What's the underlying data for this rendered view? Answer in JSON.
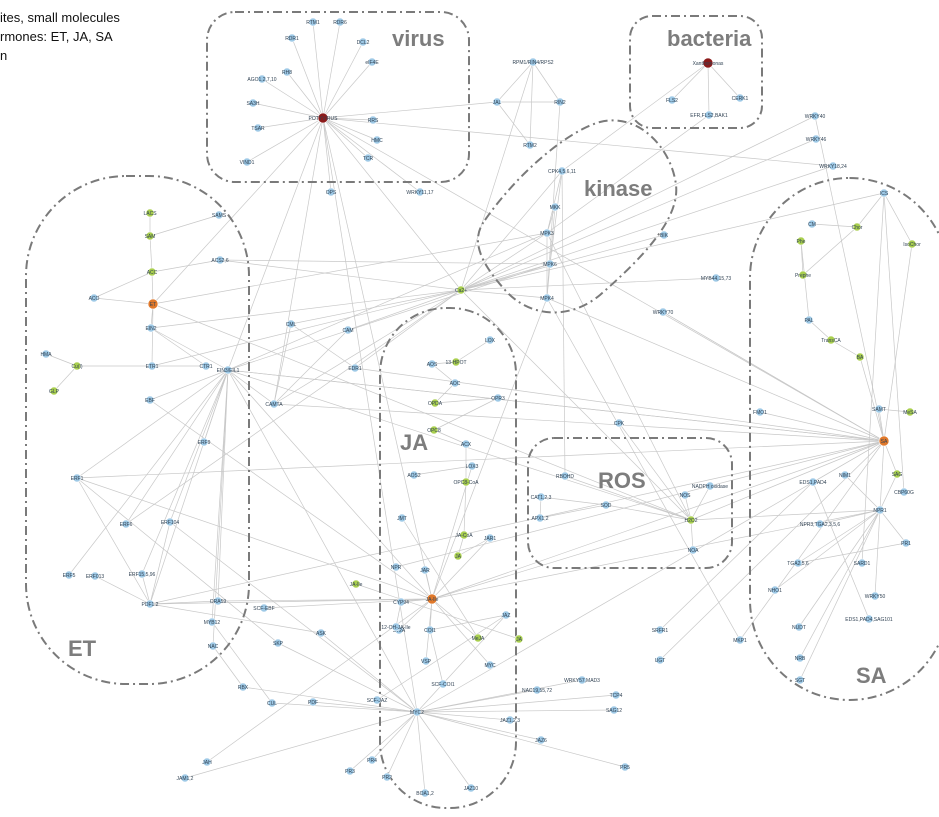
{
  "legend": {
    "line1": "ites, small molecules",
    "line2": "rmones: ET, JA, SA",
    "line3": "n"
  },
  "colors": {
    "node_default": "#9ec9e6",
    "node_hormone": "#a9cf4e",
    "node_hub_orange": "#e0782a",
    "node_hub_red": "#8b1a1a",
    "group_label": "#7d7d7d",
    "edge": "#c8c8c8"
  },
  "groups": [
    {
      "id": "virus",
      "label": "virus"
    },
    {
      "id": "bacteria",
      "label": "bacteria"
    },
    {
      "id": "kinase",
      "label": "kinase"
    },
    {
      "id": "et",
      "label": "ET"
    },
    {
      "id": "ja",
      "label": "JA"
    },
    {
      "id": "ros",
      "label": "ROS"
    },
    {
      "id": "sa",
      "label": "SA"
    }
  ],
  "nodes": [
    {
      "id": "pathogen_hub",
      "label": "POTYVIRUS",
      "kind": "red"
    },
    {
      "id": "rtm1",
      "label": "RTM1",
      "kind": "default"
    },
    {
      "id": "rdr6",
      "label": "RDR6",
      "kind": "default"
    },
    {
      "id": "rdr1",
      "label": "RDR1",
      "kind": "default"
    },
    {
      "id": "dcl2",
      "label": "DCL2",
      "kind": "default"
    },
    {
      "id": "rh8",
      "label": "RH8",
      "kind": "default"
    },
    {
      "id": "eif4e",
      "label": "eIF4E",
      "kind": "default"
    },
    {
      "id": "ago1",
      "label": "AGO1,2,7,10",
      "kind": "default"
    },
    {
      "id": "sa3h",
      "label": "SA3H",
      "kind": "default"
    },
    {
      "id": "tsa",
      "label": "TSAR",
      "kind": "default"
    },
    {
      "id": "hmc",
      "label": "HMC",
      "kind": "default"
    },
    {
      "id": "tcr",
      "label": "TCR",
      "kind": "default"
    },
    {
      "id": "rrs",
      "label": "RRS",
      "kind": "default"
    },
    {
      "id": "vind1",
      "label": "VIND1",
      "kind": "default"
    },
    {
      "id": "ops",
      "label": "OPS",
      "kind": "default"
    },
    {
      "id": "wrky1117",
      "label": "WRKY11,17",
      "kind": "default"
    },
    {
      "id": "rpm1",
      "label": "RPM1/RIN4/RPS2",
      "kind": "default"
    },
    {
      "id": "jal",
      "label": "JAL",
      "kind": "default"
    },
    {
      "id": "rin2",
      "label": "RIN2",
      "kind": "default"
    },
    {
      "id": "rtm2",
      "label": "RTM2",
      "kind": "default"
    },
    {
      "id": "bact_hub",
      "label": "Xanthomonas",
      "kind": "red"
    },
    {
      "id": "fls2",
      "label": "FLS2",
      "kind": "default"
    },
    {
      "id": "cerk",
      "label": "CERK1",
      "kind": "default"
    },
    {
      "id": "bak1",
      "label": "EFR,FLS2,BAK1",
      "kind": "default"
    },
    {
      "id": "wrky40",
      "label": "WRKY40",
      "kind": "default"
    },
    {
      "id": "wrky46",
      "label": "WRKY46",
      "kind": "default"
    },
    {
      "id": "wrky1824",
      "label": "WRKY18,24",
      "kind": "default"
    },
    {
      "id": "cpk",
      "label": "CPK4,5,6,11",
      "kind": "default"
    },
    {
      "id": "mpk3",
      "label": "MPK3",
      "kind": "default"
    },
    {
      "id": "mpk6",
      "label": "MPK6",
      "kind": "default"
    },
    {
      "id": "mpk4",
      "label": "MPK4",
      "kind": "default"
    },
    {
      "id": "mkk",
      "label": "MKK",
      "kind": "default"
    },
    {
      "id": "bik",
      "label": "BIK",
      "kind": "default"
    },
    {
      "id": "myb",
      "label": "MYB44,15,73",
      "kind": "default"
    },
    {
      "id": "wrky70",
      "label": "WRKY70",
      "kind": "default"
    },
    {
      "id": "camt",
      "label": "CAMTA",
      "kind": "default"
    },
    {
      "id": "cml",
      "label": "CML",
      "kind": "default"
    },
    {
      "id": "cam",
      "label": "CAM",
      "kind": "default"
    },
    {
      "id": "edr1",
      "label": "EDR1",
      "kind": "default"
    },
    {
      "id": "ca",
      "label": "Ca2+",
      "kind": "hormone"
    },
    {
      "id": "lac",
      "label": "LACS",
      "kind": "hormone"
    },
    {
      "id": "sam",
      "label": "SAM",
      "kind": "hormone"
    },
    {
      "id": "acc",
      "label": "ACC",
      "kind": "hormone"
    },
    {
      "id": "acs",
      "label": "ACS2,6",
      "kind": "default"
    },
    {
      "id": "samd",
      "label": "SAMS",
      "kind": "default"
    },
    {
      "id": "et_hub",
      "label": "ET",
      "kind": "orange"
    },
    {
      "id": "aco",
      "label": "ACO",
      "kind": "default"
    },
    {
      "id": "etr",
      "label": "ETR1",
      "kind": "default"
    },
    {
      "id": "ctr",
      "label": "CTR1",
      "kind": "default"
    },
    {
      "id": "ein2",
      "label": "EIN2",
      "kind": "default"
    },
    {
      "id": "ein3",
      "label": "EIN3/EIL1",
      "kind": "default"
    },
    {
      "id": "ebf",
      "label": "EBF",
      "kind": "default"
    },
    {
      "id": "hm",
      "label": "HMA",
      "kind": "default"
    },
    {
      "id": "cu",
      "label": "Cu(I)",
      "kind": "hormone"
    },
    {
      "id": "glp",
      "label": "GLP",
      "kind": "hormone"
    },
    {
      "id": "erf1",
      "label": "ERF1",
      "kind": "default"
    },
    {
      "id": "erf6",
      "label": "ERF6",
      "kind": "default"
    },
    {
      "id": "erf104",
      "label": "ERF104",
      "kind": "default"
    },
    {
      "id": "erf15",
      "label": "ERF15,5,96",
      "kind": "default"
    },
    {
      "id": "pdf12",
      "label": "PDF1.2",
      "kind": "default"
    },
    {
      "id": "erf5",
      "label": "ERF5",
      "kind": "default"
    },
    {
      "id": "nac",
      "label": "NAC",
      "kind": "default"
    },
    {
      "id": "myb12",
      "label": "MYB12",
      "kind": "default"
    },
    {
      "id": "erf013",
      "label": "ERF013",
      "kind": "default"
    },
    {
      "id": "ora59",
      "label": "ORA59",
      "kind": "default"
    },
    {
      "id": "lox",
      "label": "LOX",
      "kind": "default"
    },
    {
      "id": "ahl",
      "label": "13-HPOT",
      "kind": "hormone"
    },
    {
      "id": "aos",
      "label": "AOS",
      "kind": "default"
    },
    {
      "id": "aoc",
      "label": "AOC",
      "kind": "default"
    },
    {
      "id": "opda",
      "label": "OPDA",
      "kind": "hormone"
    },
    {
      "id": "opr3",
      "label": "OPR3",
      "kind": "default"
    },
    {
      "id": "opc",
      "label": "OPC8",
      "kind": "hormone"
    },
    {
      "id": "acx",
      "label": "ACX",
      "kind": "default"
    },
    {
      "id": "opccoa",
      "label": "OPC8-CoA",
      "kind": "hormone"
    },
    {
      "id": "ja_coa",
      "label": "JA-CoA",
      "kind": "hormone"
    },
    {
      "id": "ja_node",
      "label": "JA",
      "kind": "hormone"
    },
    {
      "id": "jar1",
      "label": "JAR1",
      "kind": "default"
    },
    {
      "id": "ja_hub",
      "label": "JA-Ile",
      "kind": "orange"
    },
    {
      "id": "coi1",
      "label": "COI1",
      "kind": "default"
    },
    {
      "id": "jaz",
      "label": "JAZ",
      "kind": "default"
    },
    {
      "id": "myc2",
      "label": "MYC2",
      "kind": "default"
    },
    {
      "id": "jaz1",
      "label": "JAZ1,2,3",
      "kind": "default"
    },
    {
      "id": "jaz10",
      "label": "JAZ10",
      "kind": "default"
    },
    {
      "id": "jaz6",
      "label": "JAZ6",
      "kind": "default"
    },
    {
      "id": "bzip",
      "label": "BOA1,2",
      "kind": "default"
    },
    {
      "id": "wrky57",
      "label": "WRKY57,MAD3",
      "kind": "default"
    },
    {
      "id": "nac19",
      "label": "NAC19,55,72",
      "kind": "default"
    },
    {
      "id": "tcp4",
      "label": "TCP4",
      "kind": "default"
    },
    {
      "id": "sag12",
      "label": "SAG12",
      "kind": "default"
    },
    {
      "id": "rbohd",
      "label": "RBOHD",
      "kind": "default"
    },
    {
      "id": "ros_hub",
      "label": "H2O2",
      "kind": "hormone"
    },
    {
      "id": "nadph",
      "label": "NADPH oxidase",
      "kind": "default"
    },
    {
      "id": "sod",
      "label": "SOD",
      "kind": "default"
    },
    {
      "id": "cat",
      "label": "CAT1,2,3",
      "kind": "default"
    },
    {
      "id": "apx",
      "label": "APX1,2",
      "kind": "default"
    },
    {
      "id": "nos",
      "label": "NOS",
      "kind": "default"
    },
    {
      "id": "nda",
      "label": "NOA",
      "kind": "default"
    },
    {
      "id": "ics",
      "label": "ICS",
      "kind": "default"
    },
    {
      "id": "cm",
      "label": "CM",
      "kind": "default"
    },
    {
      "id": "pal",
      "label": "PAL",
      "kind": "default"
    },
    {
      "id": "chor",
      "label": "Chor",
      "kind": "hormone"
    },
    {
      "id": "phe",
      "label": "Phe",
      "kind": "hormone"
    },
    {
      "id": "prephe",
      "label": "Prephe",
      "kind": "hormone"
    },
    {
      "id": "isochor",
      "label": "IsoChor",
      "kind": "hormone"
    },
    {
      "id": "cinn",
      "label": "TransCA",
      "kind": "hormone"
    },
    {
      "id": "ba",
      "label": "BA",
      "kind": "hormone"
    },
    {
      "id": "sa_hub",
      "label": "SA",
      "kind": "orange"
    },
    {
      "id": "samt",
      "label": "SAMT",
      "kind": "default"
    },
    {
      "id": "mesa",
      "label": "MeSA",
      "kind": "hormone"
    },
    {
      "id": "sag",
      "label": "SAG",
      "kind": "hormone"
    },
    {
      "id": "npr1",
      "label": "NPR1",
      "kind": "default"
    },
    {
      "id": "npr3",
      "label": "NPR3,TGA2,3,5,6",
      "kind": "default"
    },
    {
      "id": "eds1",
      "label": "EDS1,PAD4",
      "kind": "default"
    },
    {
      "id": "pr1",
      "label": "PR1",
      "kind": "default"
    },
    {
      "id": "tga2",
      "label": "TGA2,5,6",
      "kind": "default"
    },
    {
      "id": "sard1",
      "label": "SARD1",
      "kind": "default"
    },
    {
      "id": "cbp60",
      "label": "CBP60G",
      "kind": "default"
    },
    {
      "id": "wrky50",
      "label": "WRKY50",
      "kind": "default"
    },
    {
      "id": "fmo1",
      "label": "FMO1",
      "kind": "default"
    },
    {
      "id": "sag101",
      "label": "EDS1,PAD4,SAG101",
      "kind": "default"
    },
    {
      "id": "nim1",
      "label": "NIM1",
      "kind": "default"
    },
    {
      "id": "nudt",
      "label": "NUDT",
      "kind": "default"
    },
    {
      "id": "nrb",
      "label": "NRB",
      "kind": "default"
    },
    {
      "id": "sgt",
      "label": "SGT",
      "kind": "default"
    },
    {
      "id": "nho1",
      "label": "NHO1",
      "kind": "default"
    },
    {
      "id": "mkp",
      "label": "MKP1",
      "kind": "default"
    },
    {
      "id": "srfr",
      "label": "SRFR1",
      "kind": "default"
    },
    {
      "id": "ug",
      "label": "UGT",
      "kind": "default"
    },
    {
      "id": "erf9",
      "label": "ERF9",
      "kind": "default"
    },
    {
      "id": "cpk2",
      "label": "CPK",
      "kind": "default"
    },
    {
      "id": "aos2",
      "label": "AOS2",
      "kind": "default"
    },
    {
      "id": "lox3",
      "label": "LOX3",
      "kind": "default"
    },
    {
      "id": "jmt",
      "label": "JMT",
      "kind": "default"
    },
    {
      "id": "jam",
      "label": "JAM1,2",
      "kind": "default"
    },
    {
      "id": "jah",
      "label": "JAH",
      "kind": "default"
    },
    {
      "id": "misc1",
      "label": "ASK",
      "kind": "default"
    },
    {
      "id": "misc2",
      "label": "RBX",
      "kind": "default"
    },
    {
      "id": "misc3",
      "label": "CUL",
      "kind": "default"
    },
    {
      "id": "misc4",
      "label": "SKP",
      "kind": "default"
    },
    {
      "id": "misc5",
      "label": "SCF-COI1",
      "kind": "default"
    },
    {
      "id": "misc6",
      "label": "SCF-EBF",
      "kind": "default"
    },
    {
      "id": "misc7",
      "label": "SCF-JAZ",
      "kind": "default"
    },
    {
      "id": "misc8",
      "label": "NPR",
      "kind": "default"
    },
    {
      "id": "misc9",
      "label": "PR4",
      "kind": "default"
    },
    {
      "id": "misc10",
      "label": "PR3",
      "kind": "default"
    },
    {
      "id": "misc11",
      "label": "PR2",
      "kind": "default"
    },
    {
      "id": "misc12",
      "label": "PR5",
      "kind": "default"
    },
    {
      "id": "misc13",
      "label": "VSP",
      "kind": "default"
    },
    {
      "id": "misc14",
      "label": "MYC",
      "kind": "default"
    },
    {
      "id": "misc15",
      "label": "PDF",
      "kind": "default"
    },
    {
      "id": "misc16",
      "label": "CYP94",
      "kind": "default"
    },
    {
      "id": "misc17",
      "label": "JAR",
      "kind": "default"
    },
    {
      "id": "misc18",
      "label": "ST2A",
      "kind": "default"
    },
    {
      "id": "misc19",
      "label": "12-OH-JA-Ile",
      "kind": "default"
    },
    {
      "id": "misc20",
      "label": "MeJA",
      "kind": "hormone"
    },
    {
      "id": "misc21",
      "label": "JA",
      "kind": "hormone"
    },
    {
      "id": "misc22",
      "label": "JA-Ile",
      "kind": "hormone"
    }
  ]
}
